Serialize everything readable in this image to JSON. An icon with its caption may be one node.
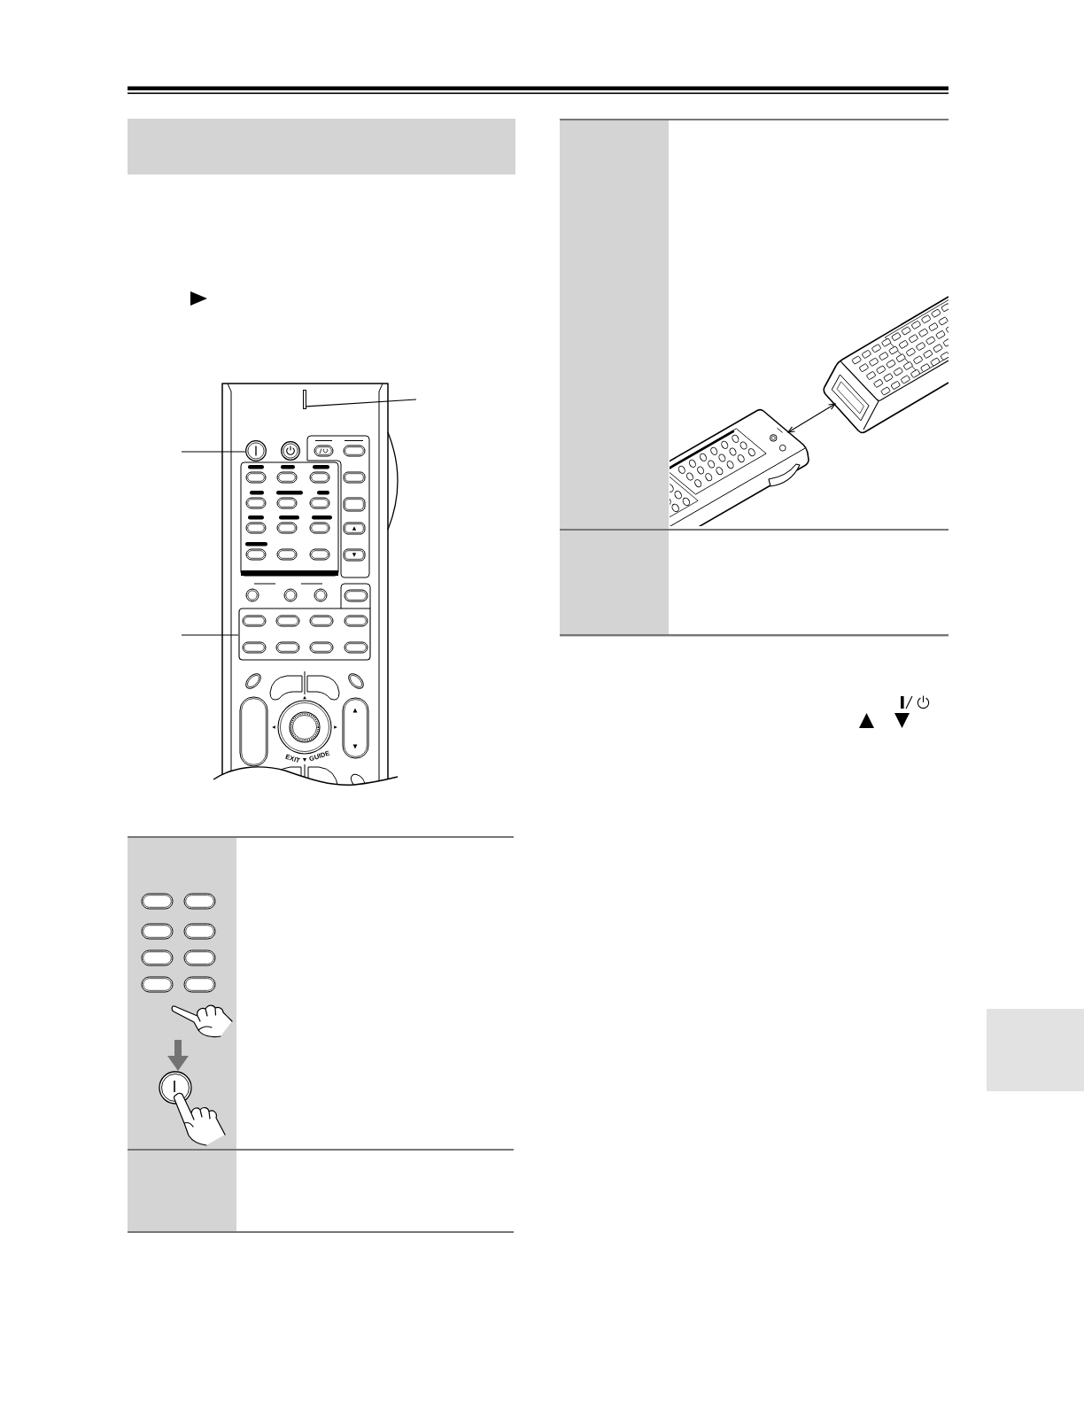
{
  "diagram": {
    "nodes": [
      {
        "text": [],
        "shape": "box"
      },
      {
        "text": [],
        "shape": "picture"
      },
      {
        "text": [],
        "shape": "bar",
        "in": 1
      },
      {
        "text": [],
        "shape": "circle",
        "in": 1
      },
      {
        "text": [],
        "shape": "circle",
        "in": 1
      },
      {
        "text": [],
        "shape": "box",
        "in": 1
      },
      {
        "text": [],
        "shape": "box"
      },
      {
        "text": [],
        "shape": "picture",
        "in": 6
      },
      {
        "text": [],
        "shape": "picture",
        "in": 6
      },
      {
        "text": [],
        "shape": "box"
      },
      {
        "text": [],
        "shape": "box"
      },
      {
        "text": [],
        "shape": "picture"
      },
      {
        "text": [],
        "shape": "picture"
      },
      {
        "text": [],
        "shape": "box"
      },
      {
        "text": [],
        "shape": "box"
      }
    ],
    "edges": [
      {
        "from": null,
        "to": 2,
        "arrow": "none"
      },
      {
        "from": null,
        "to": 3,
        "arrow": "none"
      },
      {
        "from": null,
        "to": 5,
        "arrow": "none"
      },
      {
        "from": 7,
        "to": 8,
        "arrow": "to",
        "style": "thick",
        "color": "#737373"
      },
      {
        "from": 11,
        "to": 12,
        "arrow": "both"
      }
    ],
    "labels": [
      "EXIT",
      "GUIDE"
    ]
  }
}
